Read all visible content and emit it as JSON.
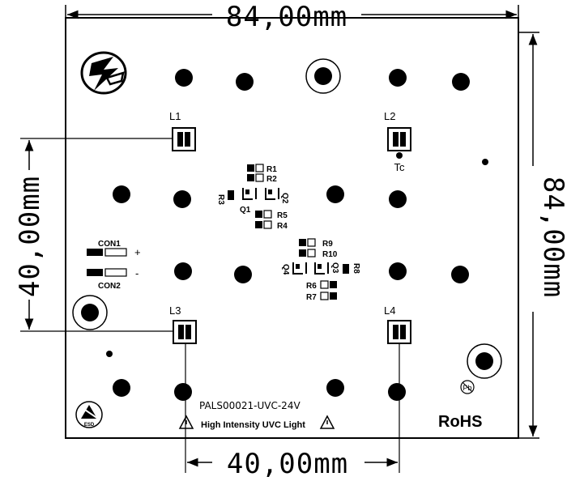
{
  "dimensions": {
    "top_width": "84,00mm",
    "right_height": "84,00mm",
    "left_height": "40,00mm",
    "bottom_width": "40,00mm"
  },
  "leds": {
    "l1": "L1",
    "l2": "L2",
    "l3": "L3",
    "l4": "L4"
  },
  "thermal": "Tc",
  "connectors": {
    "con1": "CON1",
    "con2": "CON2",
    "plus": "+",
    "minus": "-"
  },
  "resistors": {
    "r1": "R1",
    "r2": "R2",
    "r3": "R3",
    "r4": "R4",
    "r5": "R5",
    "r6": "R6",
    "r7": "R7",
    "r8": "R8",
    "r9": "R9",
    "r10": "R10"
  },
  "transistors": {
    "q1": "Q1",
    "q2": "Q2",
    "q3": "Q3",
    "q4": "Q4"
  },
  "part_number": "PALS00021-UVC-24V",
  "warning_text": "High Intensity UVC Light",
  "compliance": {
    "rohs": "RoHS",
    "pb": "Pb",
    "esd": "ESD"
  }
}
